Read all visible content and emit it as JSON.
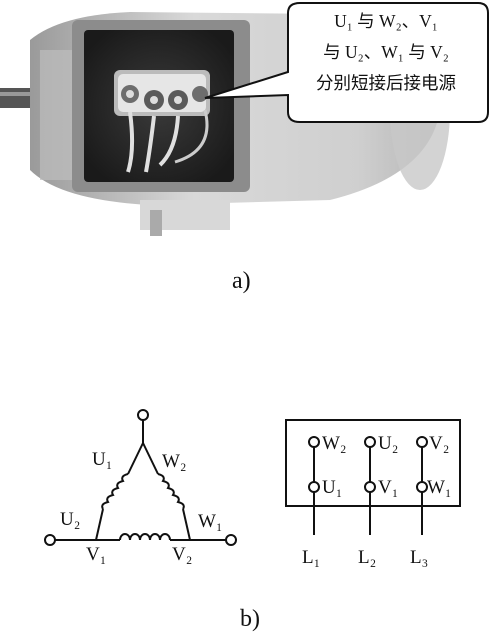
{
  "callout": {
    "line1": "U₁ 与 W₂、V₁",
    "line2": "与 U₂、W₁ 与 V₂",
    "line3": "分别短接后接电源"
  },
  "caption_a": "a)",
  "caption_b": "b)",
  "delta": {
    "u1": "U₁",
    "w2": "W₂",
    "u2": "U₂",
    "w1": "W₁",
    "v1": "V₁",
    "v2": "V₂"
  },
  "terminal_box": {
    "top_row": [
      "W₂",
      "U₂",
      "V₂"
    ],
    "bottom_row": [
      "U₁",
      "V₁",
      "W₁"
    ],
    "lines": [
      "L₁",
      "L₂",
      "L₃"
    ]
  }
}
